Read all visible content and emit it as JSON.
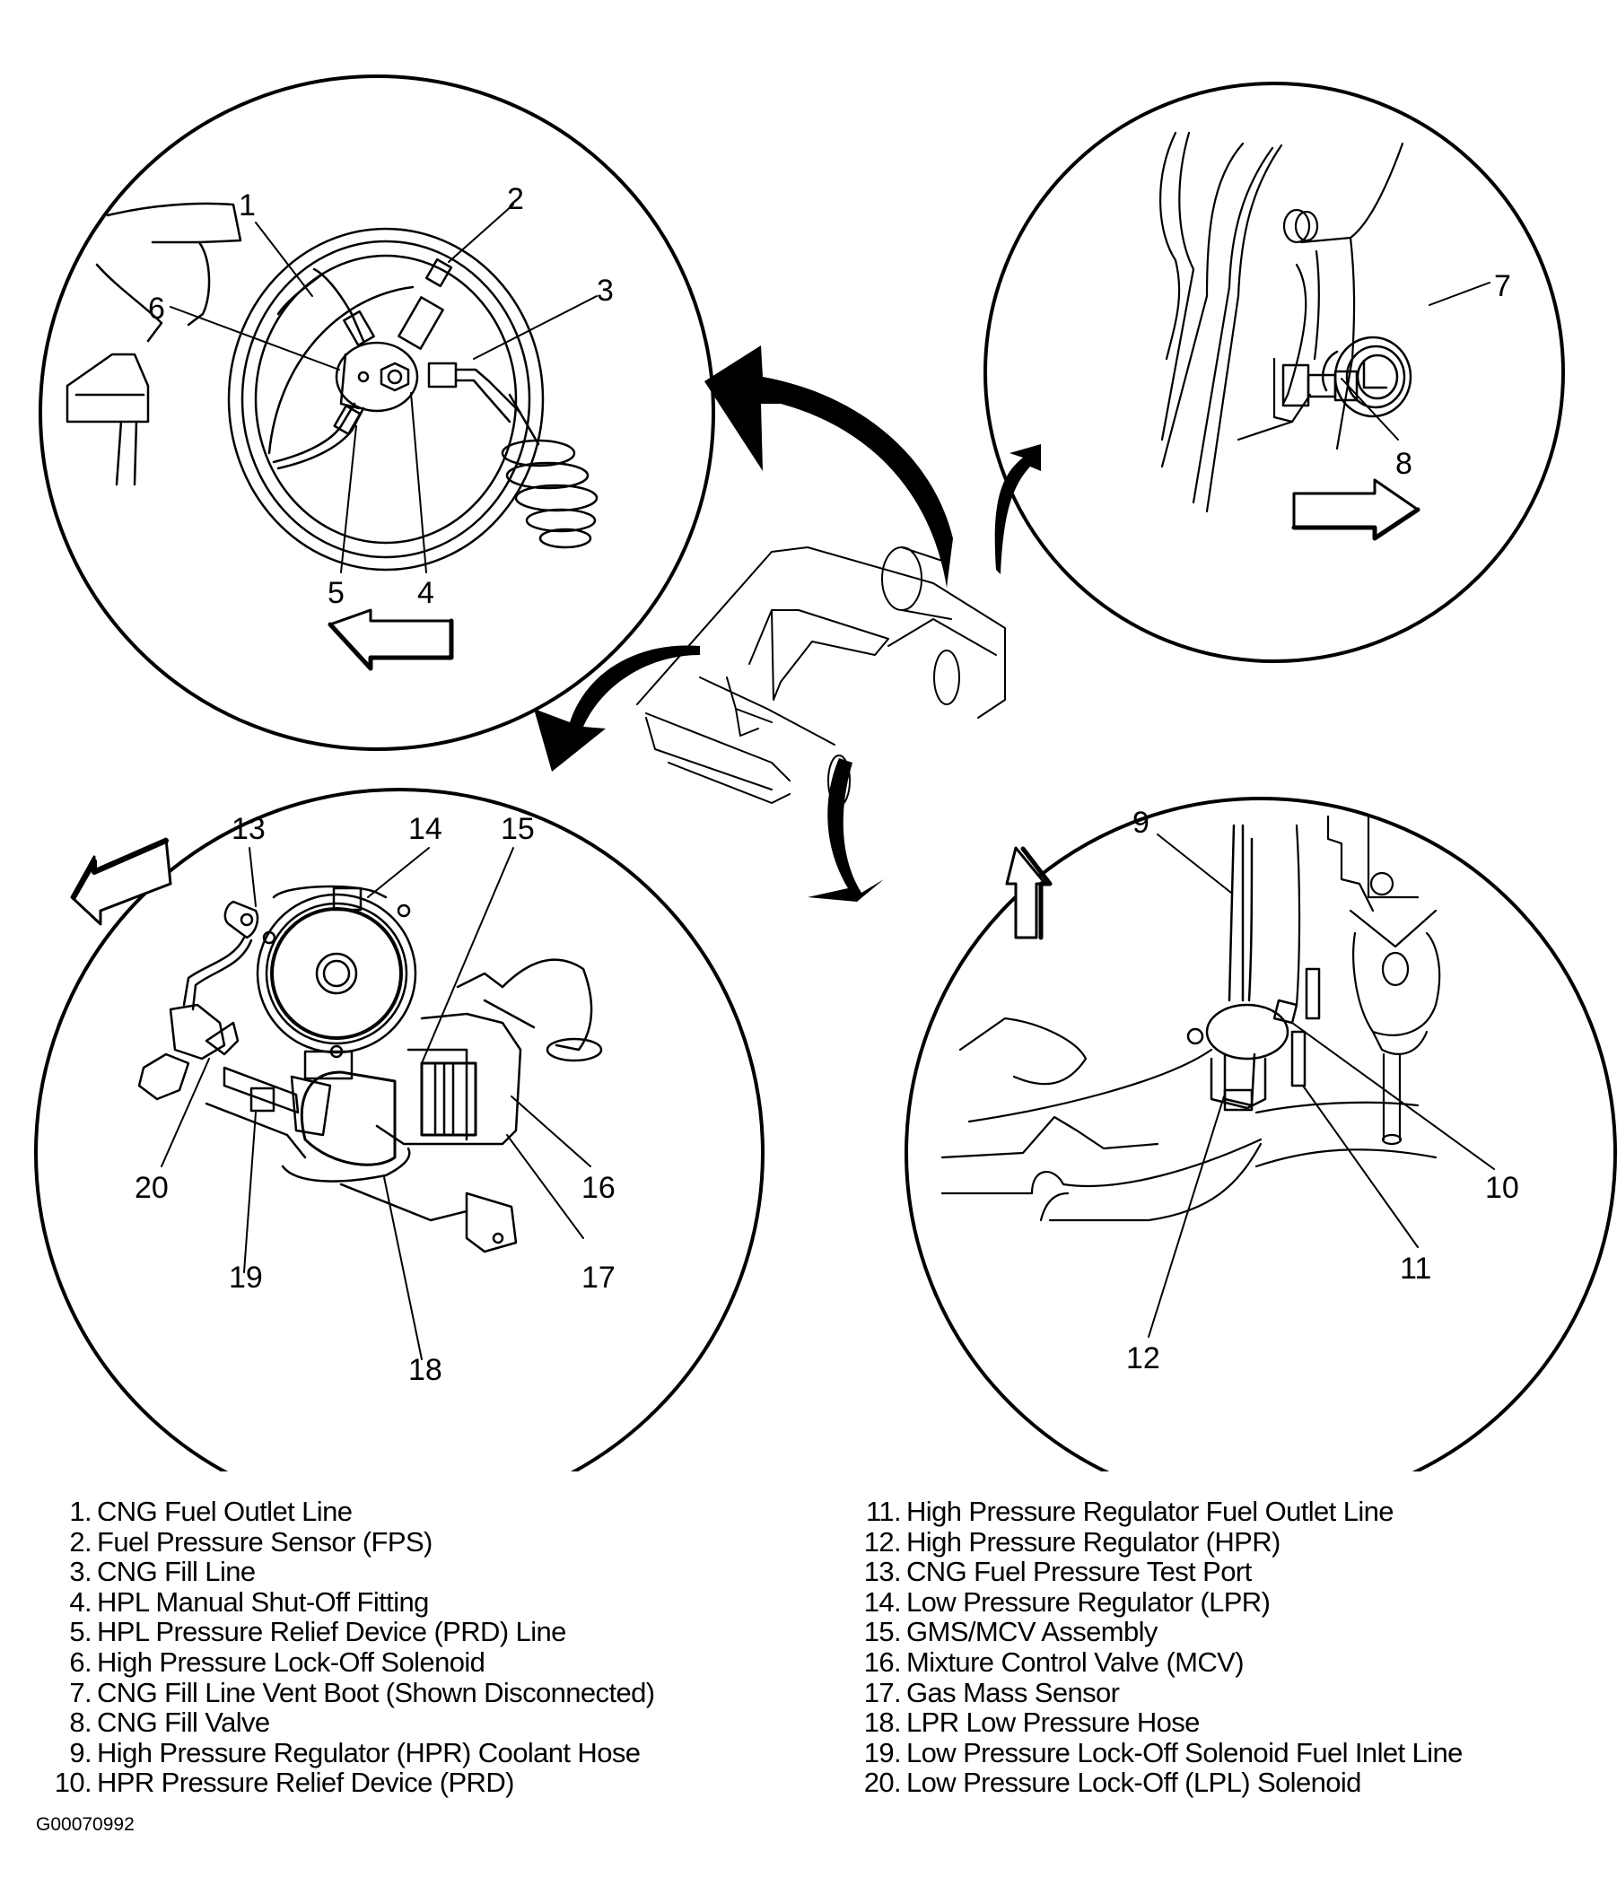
{
  "diagram": {
    "views": [
      {
        "id": "view-fuel-tank-valve",
        "callouts": [
          "1",
          "2",
          "3",
          "4",
          "5",
          "6"
        ],
        "direction_arrow": "left"
      },
      {
        "id": "view-fill-valve",
        "callouts": [
          "7",
          "8"
        ],
        "direction_arrow": "right"
      },
      {
        "id": "view-engine-lpr",
        "callouts": [
          "13",
          "14",
          "15",
          "16",
          "17",
          "18",
          "19",
          "20"
        ],
        "direction_arrow": "down-left"
      },
      {
        "id": "view-hpr",
        "callouts": [
          "9",
          "10",
          "11",
          "12"
        ],
        "direction_arrow": "up"
      }
    ],
    "callout_labels": {
      "c1": "1",
      "c2": "2",
      "c3": "3",
      "c4": "4",
      "c5": "5",
      "c6": "6",
      "c7": "7",
      "c8": "8",
      "c9": "9",
      "c10": "10",
      "c11": "11",
      "c12": "12",
      "c13": "13",
      "c14": "14",
      "c15": "15",
      "c16": "16",
      "c17": "17",
      "c18": "18",
      "c19": "19",
      "c20": "20"
    },
    "icons": [
      "vehicle-overview-icon",
      "pointer-arrow-icon",
      "direction-arrow-icon"
    ]
  },
  "legend": {
    "left": [
      {
        "num": "1.",
        "text": "CNG Fuel Outlet Line"
      },
      {
        "num": "2.",
        "text": "Fuel Pressure Sensor (FPS)"
      },
      {
        "num": "3.",
        "text": "CNG Fill Line"
      },
      {
        "num": "4.",
        "text": "HPL Manual Shut-Off Fitting"
      },
      {
        "num": "5.",
        "text": "HPL Pressure Relief Device (PRD) Line"
      },
      {
        "num": "6.",
        "text": "High Pressure Lock-Off Solenoid"
      },
      {
        "num": "7.",
        "text": "CNG Fill Line Vent Boot (Shown Disconnected)"
      },
      {
        "num": "8.",
        "text": "CNG Fill Valve"
      },
      {
        "num": "9.",
        "text": "High Pressure Regulator (HPR) Coolant Hose"
      },
      {
        "num": "10.",
        "text": "HPR Pressure Relief Device (PRD)"
      }
    ],
    "right": [
      {
        "num": "11.",
        "text": "High Pressure Regulator Fuel Outlet Line"
      },
      {
        "num": "12.",
        "text": "High Pressure Regulator (HPR)"
      },
      {
        "num": "13.",
        "text": "CNG Fuel Pressure Test Port"
      },
      {
        "num": "14.",
        "text": "Low Pressure Regulator (LPR)"
      },
      {
        "num": "15.",
        "text": "GMS/MCV Assembly"
      },
      {
        "num": "16.",
        "text": "Mixture Control Valve (MCV)"
      },
      {
        "num": "17.",
        "text": "Gas Mass Sensor"
      },
      {
        "num": "18.",
        "text": "LPR Low Pressure Hose"
      },
      {
        "num": "19.",
        "text": "Low Pressure Lock-Off Solenoid Fuel Inlet Line"
      },
      {
        "num": "20.",
        "text": "Low Pressure Lock-Off (LPL) Solenoid"
      }
    ]
  },
  "figure_id": "G00070992"
}
